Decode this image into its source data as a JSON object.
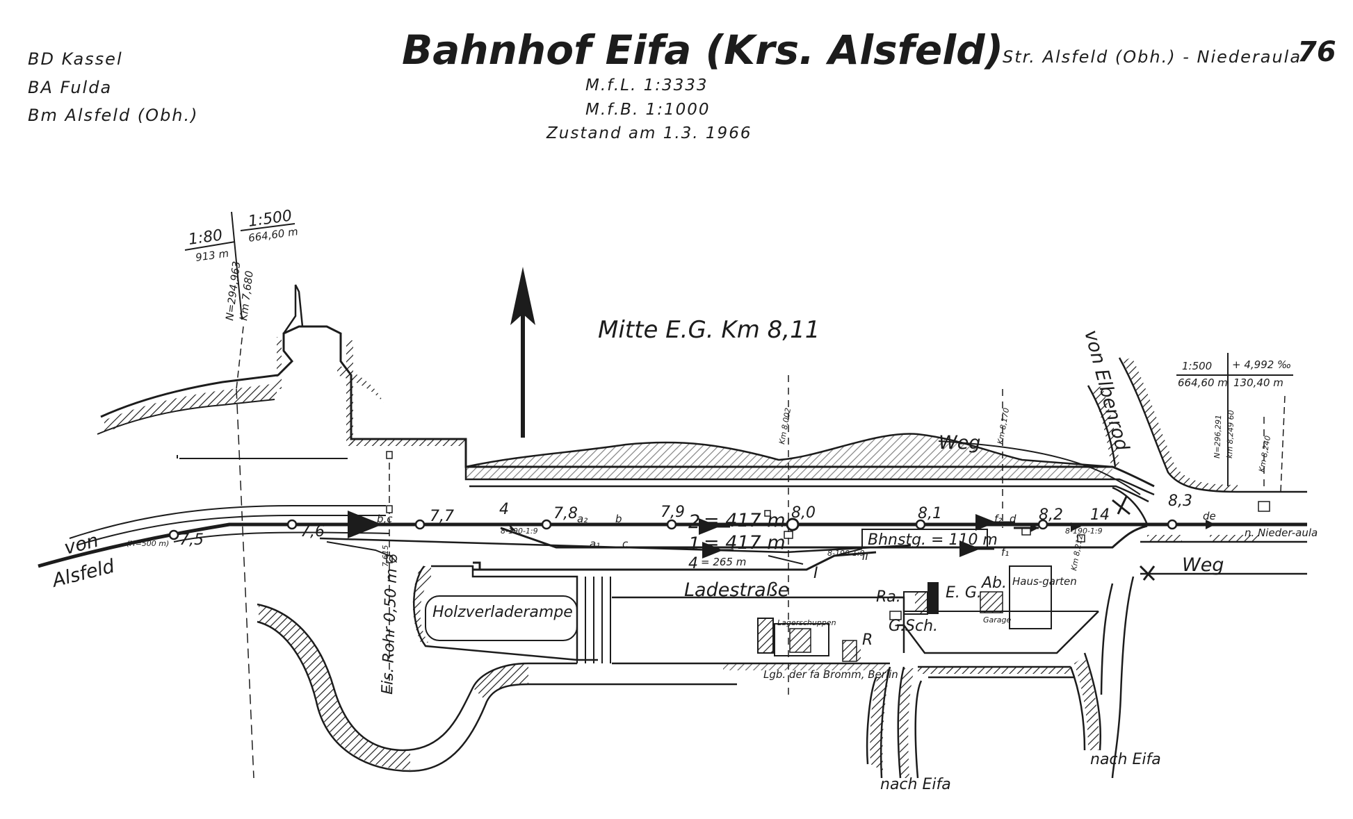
{
  "header": {
    "title": "Bahnhof Eifa (Krs. Alsfeld)",
    "scale_length": "M.f.L. 1:3333",
    "scale_width": "M.f.B. 1:1000",
    "state": "Zustand am 1.3. 1966",
    "admin": [
      "BD Kassel",
      "BA Fulda",
      "Bm Alsfeld (Obh.)"
    ],
    "line": "Str. Alsfeld (Obh.) - Niederaula",
    "page_number": "76"
  },
  "plan": {
    "centre_note": "Mitte E.G. Km 8,11",
    "gradient_left": {
      "ratio": "1:80",
      "length": "913 m"
    },
    "gradient_left_2": {
      "ratio": "1:500",
      "length": "664,60 m"
    },
    "gradient_right": {
      "ratio": "1:500",
      "length": "664,60 m"
    },
    "gradient_right_2": {
      "ratio": "+ 4,992 ‰",
      "length": "130,40 m"
    },
    "chainage_left": [
      "N=294,963",
      "Km 7,680"
    ],
    "chainage_right": [
      "N=296,291",
      "km 8,249 60"
    ],
    "km_markers": [
      "Km 8,002",
      "Km 8,170",
      "Km 8,240",
      "Km 8,212"
    ],
    "km_posts": [
      "7,5",
      "7,6",
      "7,7",
      "7,8",
      "7,9",
      "8,0",
      "8,1",
      "8,2",
      "8,3"
    ],
    "radius_note": "(H=500 m)",
    "tracks": [
      {
        "number": "2",
        "length": "= 417 m"
      },
      {
        "number": "1",
        "length": "= 417 m"
      },
      {
        "number": "4",
        "length": "= 265 m"
      }
    ],
    "platform": "Bhnstg. = 110 m",
    "labels": {
      "from_alsfeld_1": "von",
      "from_alsfeld_2": "Alsfeld",
      "to_niederaula": "n. Nieder-aula",
      "from_elbenrod": "von Elbenrod",
      "weg_top": "Weg",
      "weg_right": "Weg",
      "to_eifa_1": "nach Eifa",
      "to_eifa_2": "nach Eifa",
      "ladestrasse": "Ladestraße",
      "ramp": "Holzverladerampe",
      "pipe": "Eis. Rohr 0,50 m ⌀",
      "pipe_km": "7,615",
      "building_eg": "E. G.",
      "building_ra": "Ra.",
      "building_gsch": "G.Sch.",
      "building_ab": "Ab.",
      "garage": "Garage",
      "garden": "Haus-garten",
      "storage": "Lagerschuppen",
      "storage_owner": "Lgb. der fa Bromm, Berlin",
      "r_mark": "R",
      "switch_i": "I",
      "switch_ii": "II",
      "switch_4": "4",
      "switch_14": "14",
      "sig_b": "b",
      "sig_c": "c",
      "sig_a1": "a₁",
      "sig_a2": "a₂",
      "sig_f1": "f₁",
      "sig_f2": "f₂",
      "sig_d": "d",
      "sig_de": "de",
      "sig_bc": "b,c",
      "switch_note_1": "8-190-1:9",
      "switch_note_2": "8-190-1:9",
      "switch_note_3": "8-190-1:9"
    }
  },
  "style": {
    "ink": "#1c1c1c",
    "paper": "#ffffff"
  }
}
